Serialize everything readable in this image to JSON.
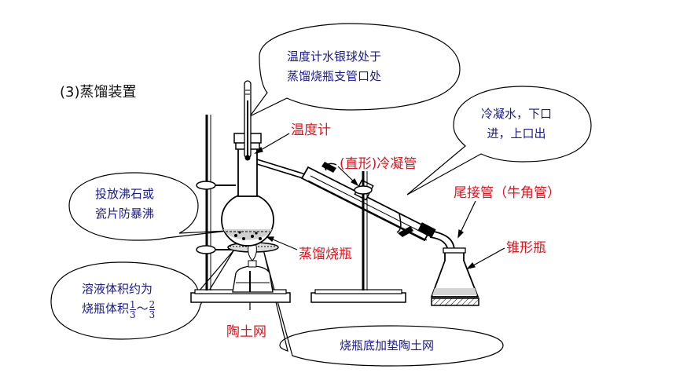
{
  "title": "(3)蒸馏装置",
  "labels": {
    "thermometer": "温度计",
    "condenser": "(直形)冷凝管",
    "adapter": "尾接管（牛角管）",
    "flask": "蒸馏烧瓶",
    "conical": "锥形瓶",
    "gauze": "陶土网"
  },
  "bubbles": {
    "thermo_line1": "温度计水银球处于",
    "thermo_line2": "蒸馏烧瓶支管口处",
    "water_line1": "冷凝水，下口",
    "water_line2": "进，上口出",
    "stones_line1": "投放沸石或",
    "stones_line2": "瓷片防暴沸",
    "volume_line1": "溶液体积约为",
    "volume_line2": "烧瓶体积",
    "frac1_num": "1",
    "frac1_den": "3",
    "tilde": "～",
    "frac2_num": "2",
    "frac2_den": "3",
    "bottom": "烧瓶底加垫陶土网"
  },
  "colors": {
    "label_red": "#e0141e",
    "bubble_text": "#1a1a8c",
    "line": "#000000"
  }
}
